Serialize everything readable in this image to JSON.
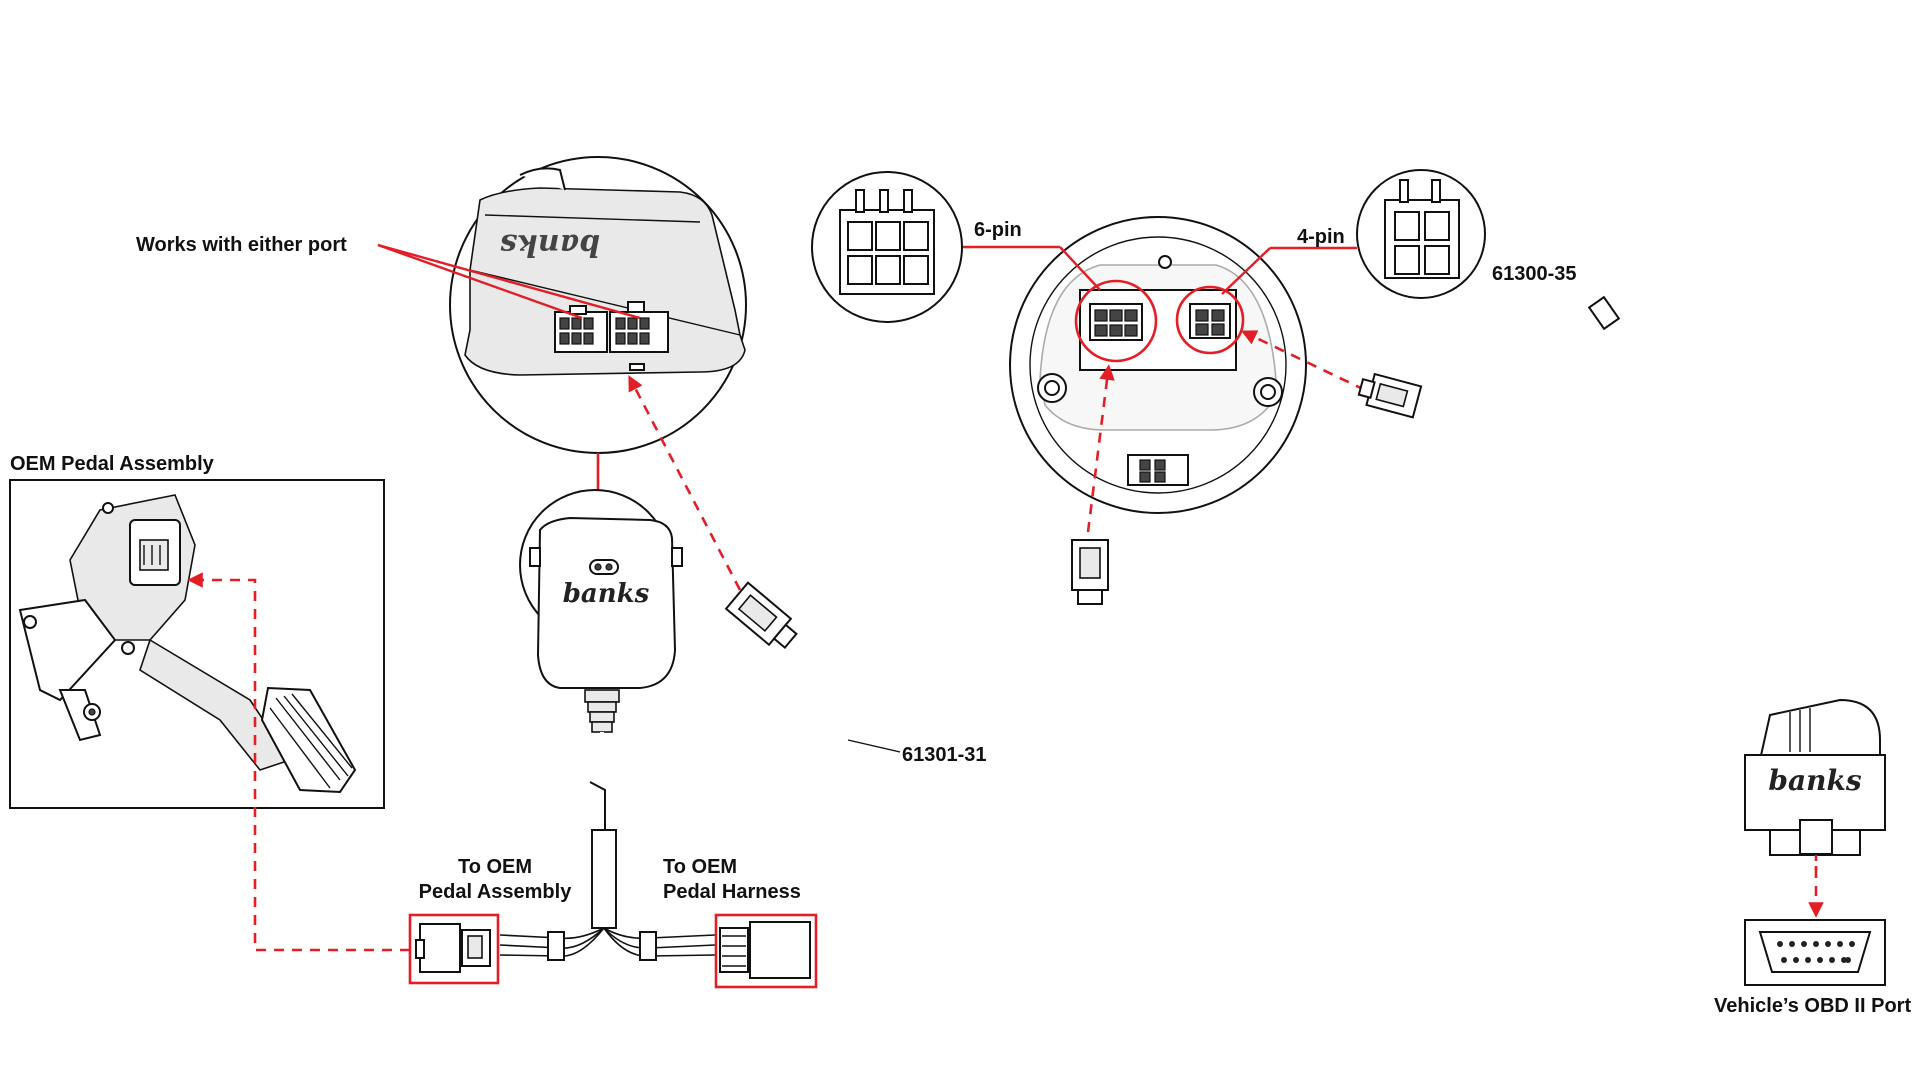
{
  "labels": {
    "oem_pedal_assembly": "OEM Pedal Assembly",
    "works_with_either_port": "Works with either port",
    "six_pin": "6-pin",
    "four_pin": "4-pin",
    "part_61300_35": "61300-35",
    "part_61301_31": "61301-31",
    "to_oem_pedal_assembly_line1": "To OEM",
    "to_oem_pedal_assembly_line2": "Pedal Assembly",
    "to_oem_pedal_harness_line1": "To OEM",
    "to_oem_pedal_harness_line2": "Pedal Harness",
    "vehicle_obd_port": "Vehicle’s OBD II Port"
  },
  "brand": {
    "logo_text": "banks"
  },
  "colors": {
    "accent_red": "#e31e26",
    "ink": "#111111",
    "background": "#ffffff"
  }
}
